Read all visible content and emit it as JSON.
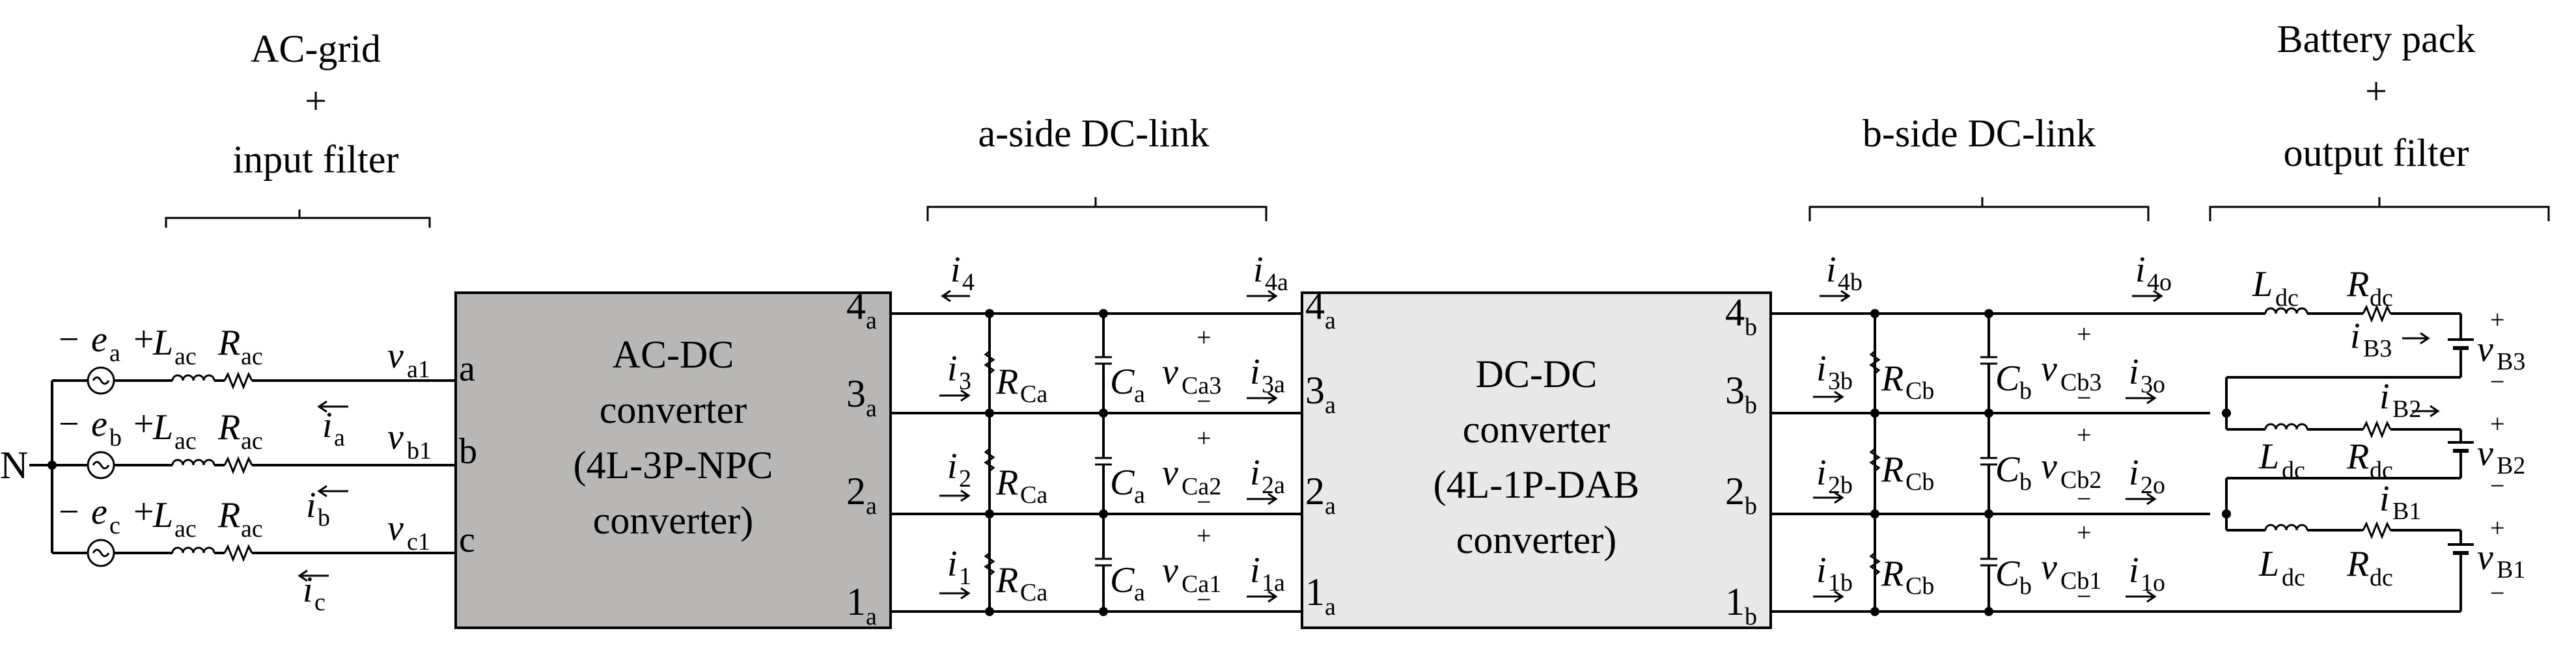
{
  "section_labels": {
    "ac_grid": [
      "AC-grid",
      "+",
      "input filter"
    ],
    "a_side": "a-side DC-link",
    "b_side": "b-side DC-link",
    "battery": [
      "Battery pack",
      "+",
      "output filter"
    ]
  },
  "blocks": {
    "ac_dc": [
      "AC-DC",
      "converter",
      "(4L-3P-NPC",
      "converter)"
    ],
    "dc_dc": [
      "DC-DC",
      "converter",
      "(4L-1P-DAB",
      "converter)"
    ]
  },
  "colors": {
    "ac_dc_fill": "#b9b6b6",
    "dc_dc_fill": "#e8e8e8"
  },
  "neutral": "N",
  "phases": [
    {
      "e": "e",
      "e_sub": "a",
      "v": "v",
      "v_sub": "a1",
      "term": "a",
      "i": "i",
      "i_sub": "a"
    },
    {
      "e": "e",
      "e_sub": "b",
      "v": "v",
      "v_sub": "b1",
      "term": "b",
      "i": "i",
      "i_sub": "b"
    },
    {
      "e": "e",
      "e_sub": "c",
      "v": "v",
      "v_sub": "c1",
      "term": "c",
      "i": "i",
      "i_sub": "c"
    }
  ],
  "filter": {
    "L": "L",
    "L_sub": "ac",
    "R": "R",
    "R_sub": "ac"
  },
  "a_nodes": [
    {
      "main": "4",
      "sub": "a"
    },
    {
      "main": "3",
      "sub": "a"
    },
    {
      "main": "2",
      "sub": "a"
    },
    {
      "main": "1",
      "sub": "a"
    }
  ],
  "b_nodes": [
    {
      "main": "4",
      "sub": "b"
    },
    {
      "main": "3",
      "sub": "b"
    },
    {
      "main": "2",
      "sub": "b"
    },
    {
      "main": "1",
      "sub": "b"
    }
  ],
  "a_link": {
    "left_currents": [
      {
        "s": "i",
        "sub": "4"
      },
      {
        "s": "i",
        "sub": "3"
      },
      {
        "s": "i",
        "sub": "2"
      },
      {
        "s": "i",
        "sub": "1"
      }
    ],
    "right_currents": [
      {
        "s": "i",
        "sub": "4a"
      },
      {
        "s": "i",
        "sub": "3a"
      },
      {
        "s": "i",
        "sub": "2a"
      },
      {
        "s": "i",
        "sub": "1a"
      }
    ],
    "R": {
      "s": "R",
      "sub": "Ca"
    },
    "C": {
      "s": "C",
      "sub": "a"
    },
    "V": [
      {
        "s": "v",
        "sub": "Ca3"
      },
      {
        "s": "v",
        "sub": "Ca2"
      },
      {
        "s": "v",
        "sub": "Ca1"
      }
    ]
  },
  "b_link": {
    "left_currents": [
      {
        "s": "i",
        "sub": "4b"
      },
      {
        "s": "i",
        "sub": "3b"
      },
      {
        "s": "i",
        "sub": "2b"
      },
      {
        "s": "i",
        "sub": "1b"
      }
    ],
    "right_currents": [
      {
        "s": "i",
        "sub": "4o"
      },
      {
        "s": "i",
        "sub": "3o"
      },
      {
        "s": "i",
        "sub": "2o"
      },
      {
        "s": "i",
        "sub": "1o"
      }
    ],
    "R": {
      "s": "R",
      "sub": "Cb"
    },
    "C": {
      "s": "C",
      "sub": "b"
    },
    "V": [
      {
        "s": "v",
        "sub": "Cb3"
      },
      {
        "s": "v",
        "sub": "Cb2"
      },
      {
        "s": "v",
        "sub": "Cb1"
      }
    ]
  },
  "out_filter": {
    "L": "L",
    "L_sub": "dc",
    "R": "R",
    "R_sub": "dc"
  },
  "battery_currents": [
    {
      "s": "i",
      "sub": "B3"
    },
    {
      "s": "i",
      "sub": "B2"
    },
    {
      "s": "i",
      "sub": "B1"
    }
  ],
  "battery_voltages": [
    {
      "s": "v",
      "sub": "B3"
    },
    {
      "s": "v",
      "sub": "B2"
    },
    {
      "s": "v",
      "sub": "B1"
    }
  ],
  "signs": {
    "plus": "+",
    "minus": "−"
  }
}
